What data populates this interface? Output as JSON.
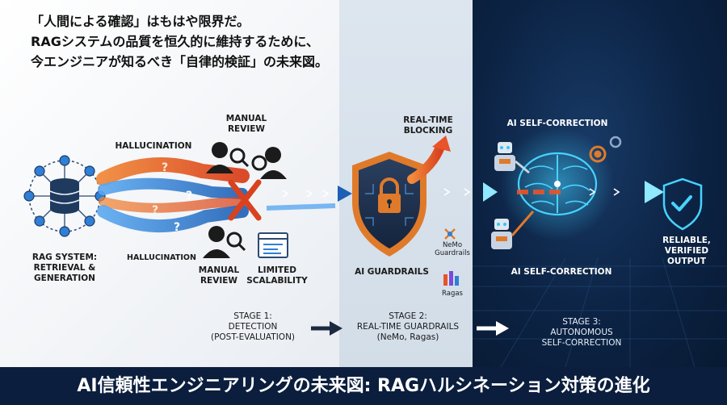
{
  "headline": {
    "line1": "「人間による確認」はもはや限界だ。",
    "line2": "RAGシステムの品質を恒久的に維持するために、",
    "line3": "今エンジニアが知るべき「自律的検証」の未来図。"
  },
  "labels": {
    "rag_system": [
      "RAG SYSTEM:",
      "RETRIEVAL &",
      "GENERATION"
    ],
    "hallucination_top": "HALLUCINATION",
    "hallucination_bottom": "HALLUCINATION",
    "manual_review_top": [
      "MANUAL",
      "REVIEW"
    ],
    "manual_review_bottom": [
      "MANUAL",
      "REVIEW"
    ],
    "limited_scalability": [
      "LIMITED",
      "SCALABILITY"
    ],
    "real_time_blocking": [
      "REAL-TIME",
      "BLOCKING"
    ],
    "ai_guardrails": "AI GUARDRAILS",
    "nemo_guardrails": [
      "NeMo",
      "Guardrails"
    ],
    "ragas": "Ragas",
    "ai_self_correction_top": "AI SELF-CORRECTION",
    "ai_self_correction_bottom": "AI SELF-CORRECTION",
    "reliable_output": [
      "RELIABLE,",
      "VERIFIED",
      "OUTPUT"
    ]
  },
  "stages": {
    "stage1": [
      "STAGE 1:",
      "DETECTION",
      "(POST-EVALUATION)"
    ],
    "stage2": [
      "STAGE 2:",
      "REAL-TIME GUARDRAILS",
      "(NeMo, Ragas)"
    ],
    "stage3": [
      "STAGE 3:",
      "AUTONOMOUS",
      "SELF-CORRECTION"
    ]
  },
  "footer": {
    "title": "AI信頼性エンジニアリングの未来図: RAGハルシネーション対策の進化"
  },
  "colors": {
    "hallucination_orange": "#e8532a",
    "flow_blue": "#2f7fd6",
    "cyan_glow": "#33c6f0",
    "dark_navy": "#0b1e3d",
    "shield_orange": "#e07a2b"
  }
}
